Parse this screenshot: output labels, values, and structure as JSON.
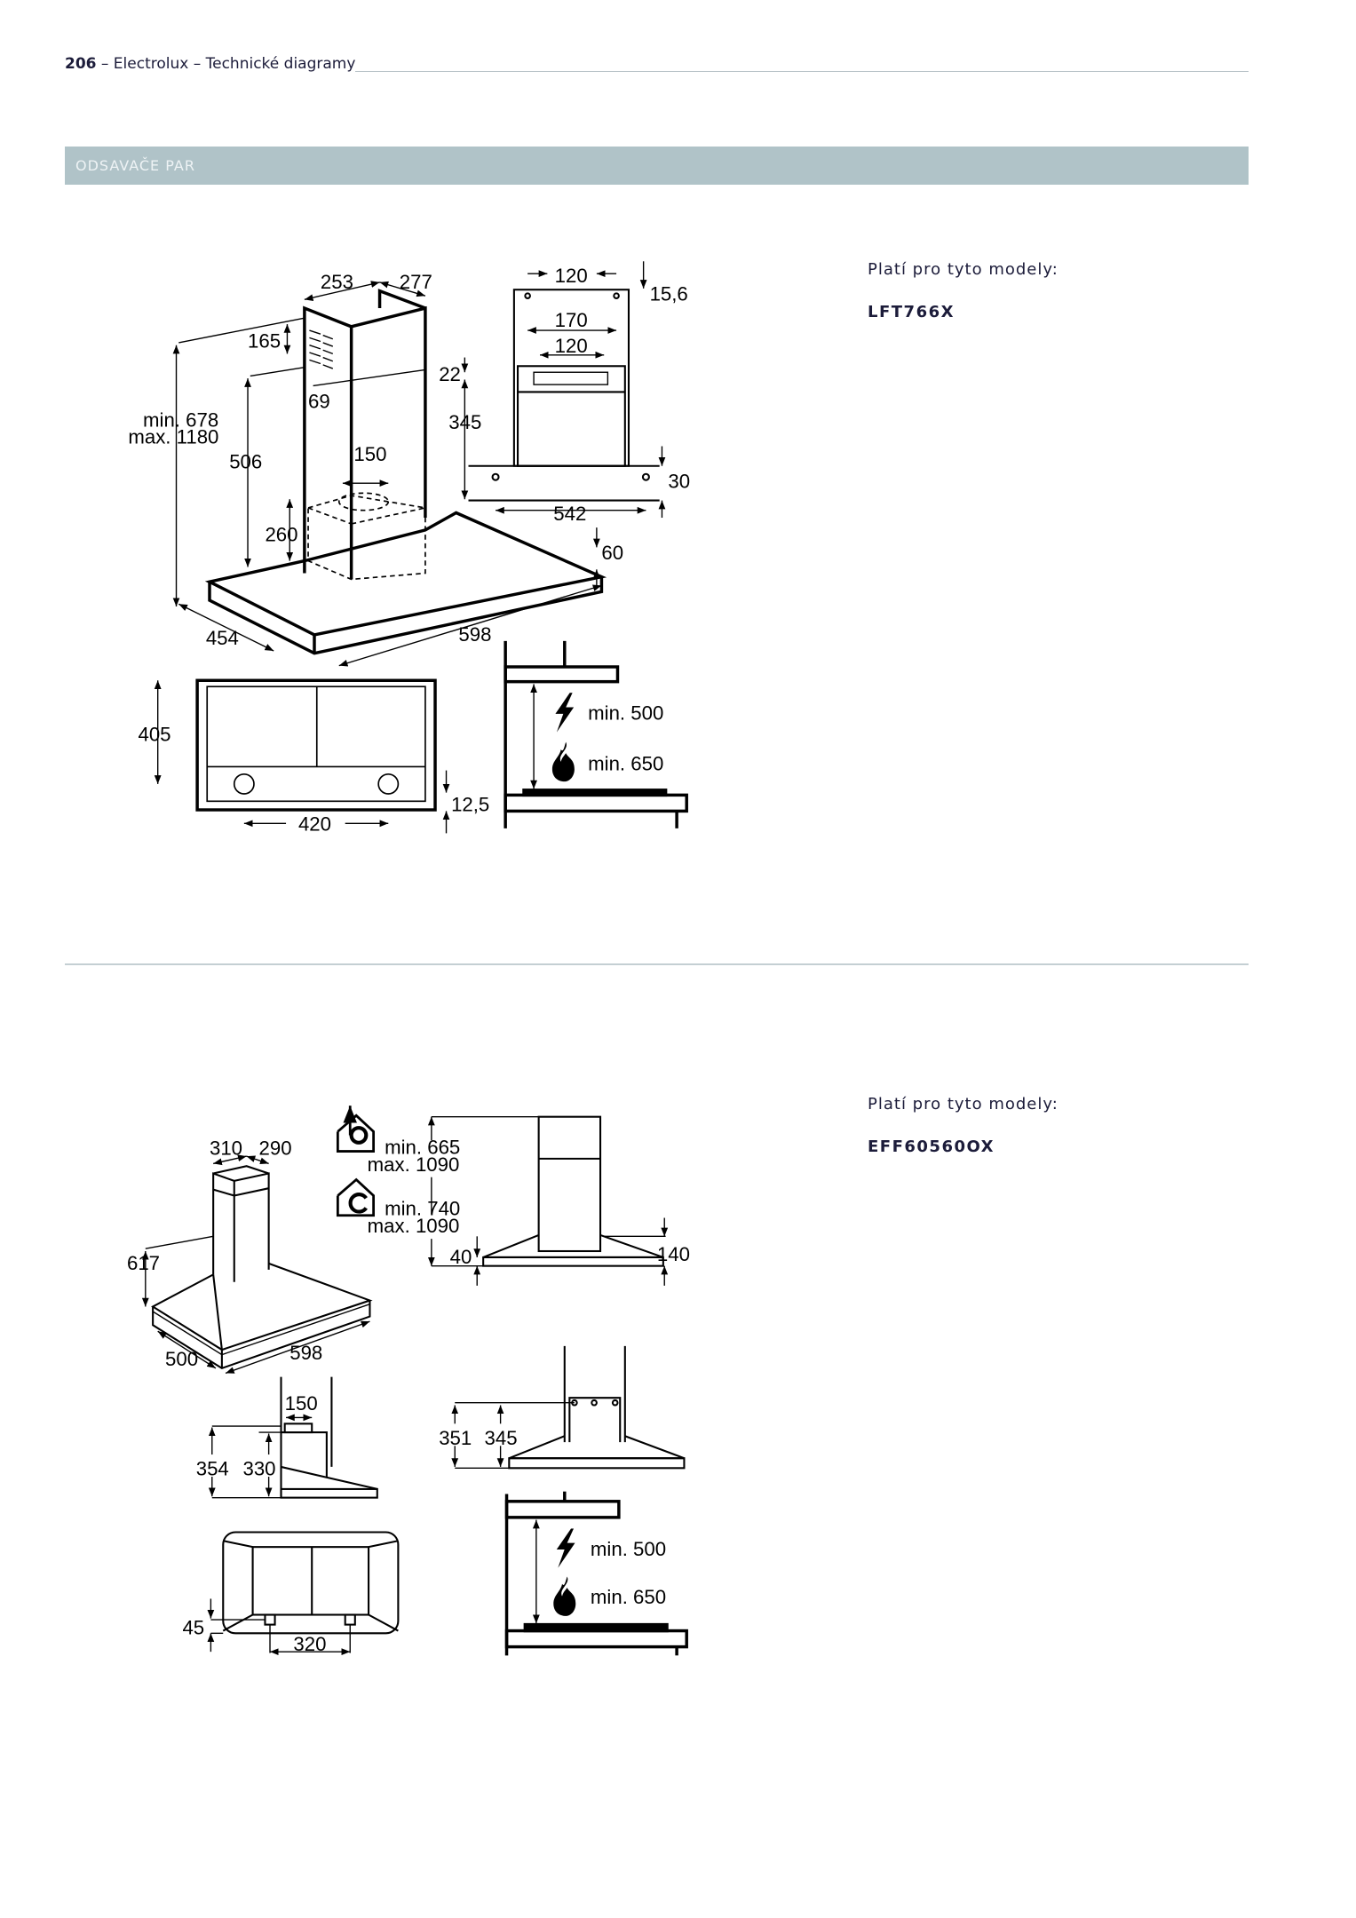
{
  "header": {
    "page_number": "206",
    "title": " – Electrolux – Technické diagramy"
  },
  "section_title": "ODSAVAČE PAR",
  "sections": [
    {
      "models_label": "Platí pro tyto modely:",
      "model": "LFT766X",
      "labels": {
        "d253": "253",
        "d277": "277",
        "d165": "165",
        "d69": "69",
        "hmin": "min. 678",
        "hmax": "max. 1180",
        "d506": "506",
        "d150": "150",
        "d260": "260",
        "d454": "454",
        "d598": "598",
        "d60": "60",
        "t120a": "120",
        "t156": "15,6",
        "t170": "170",
        "t120b": "120",
        "t22": "22",
        "t345": "345",
        "t30": "30",
        "t542": "542",
        "b405": "405",
        "b125": "12,5",
        "b420": "420",
        "c500": "min. 500",
        "c650": "min. 650"
      }
    },
    {
      "models_label": "Platí pro tyto modely:",
      "model": "EFF60560OX",
      "labels": {
        "d310": "310",
        "d290": "290",
        "d617": "617",
        "d500": "500",
        "d598": "598",
        "e665": "min. 665",
        "e1090a": "max. 1090",
        "r740": "min. 740",
        "r1090b": "max. 1090",
        "f40": "40",
        "f140": "140",
        "s150": "150",
        "s354": "354",
        "s330": "330",
        "k351": "351",
        "k345": "345",
        "b45": "45",
        "b320": "320",
        "c500": "min. 500",
        "c650": "min. 650"
      }
    }
  ]
}
